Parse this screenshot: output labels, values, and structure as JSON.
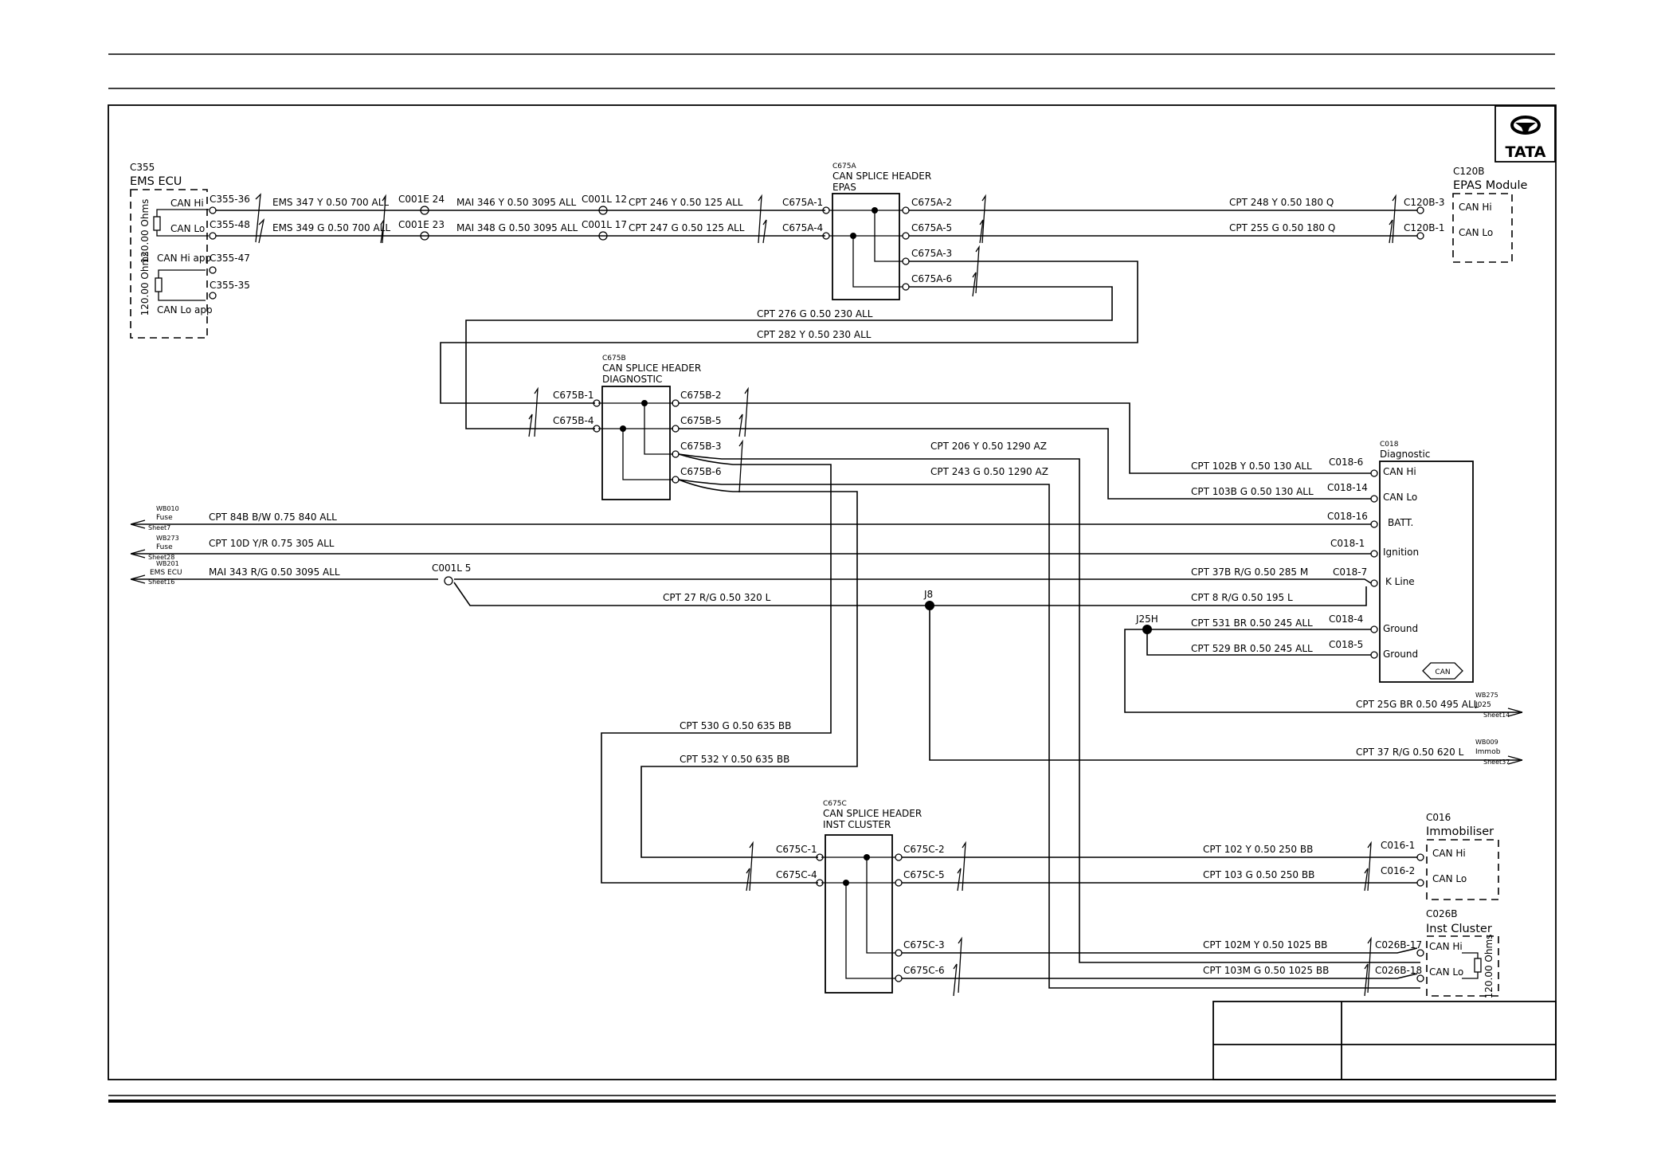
{
  "logo": {
    "text": "TATA"
  },
  "modules": {
    "ems_ecu": {
      "code": "C355",
      "name": "EMS ECU",
      "pins": [
        "CAN Hi",
        "CAN Lo",
        "CAN Hi app",
        "CAN Lo app"
      ],
      "resistor": "120.00 Ohms"
    },
    "c675a": {
      "code": "C675A",
      "line1": "CAN SPLICE HEADER",
      "line2": "EPAS"
    },
    "epas": {
      "code": "C120B",
      "name": "EPAS Module",
      "pins": [
        "CAN Hi",
        "CAN Lo"
      ]
    },
    "c675b": {
      "code": "C675B",
      "line1": "CAN SPLICE HEADER",
      "line2": "DIAGNOSTIC"
    },
    "diag": {
      "code": "C018",
      "name": "Diagnostic",
      "pins": [
        "CAN Hi",
        "CAN Lo",
        "BATT.",
        "Ignition",
        "K Line",
        "Ground",
        "Ground"
      ],
      "can": "CAN"
    },
    "c675c": {
      "code": "C675C",
      "line1": "CAN SPLICE HEADER",
      "line2": "INST CLUSTER"
    },
    "immob": {
      "code": "C016",
      "name": "Immobiliser",
      "pins": [
        "CAN Hi",
        "CAN Lo"
      ]
    },
    "inst": {
      "code": "C026B",
      "name": "Inst Cluster",
      "pins": [
        "CAN Hi",
        "CAN Lo"
      ],
      "resistor": "120.00 Ohms"
    }
  },
  "pins": {
    "c355": [
      "C355-36",
      "C355-48",
      "C355-47",
      "C355-35"
    ],
    "c001e": [
      "C001E 24",
      "C001E 23"
    ],
    "c001l": [
      "C001L 12",
      "C001L 17"
    ],
    "c001l5": "C001L 5",
    "c675a": [
      "C675A-1",
      "C675A-4",
      "C675A-2",
      "C675A-5",
      "C675A-3",
      "C675A-6"
    ],
    "c120b": [
      "C120B-3",
      "C120B-1"
    ],
    "c675b": [
      "C675B-1",
      "C675B-4",
      "C675B-2",
      "C675B-5",
      "C675B-3",
      "C675B-6"
    ],
    "c018": [
      "C018-6",
      "C018-14",
      "C018-16",
      "C018-1",
      "C018-7",
      "C018-4",
      "C018-5"
    ],
    "c675c": [
      "C675C-1",
      "C675C-4",
      "C675C-2",
      "C675C-5",
      "C675C-3",
      "C675C-6"
    ],
    "c016": [
      "C016-1",
      "C016-2"
    ],
    "c026b": [
      "C026B-17",
      "C026B-18"
    ]
  },
  "junctions": {
    "j8": "J8",
    "j25h": "J25H"
  },
  "wires": {
    "ems347": "EMS  347 Y 0.50 700 ALL",
    "ems349": "EMS  349 G 0.50 700 ALL",
    "mai346": "MAI  346 Y 0.50 3095 ALL",
    "mai348": "MAI  348 G 0.50 3095 ALL",
    "cpt246": "CPT  246 Y 0.50 125 ALL",
    "cpt247": "CPT  247 G 0.50 125 ALL",
    "cpt248": "CPT  248 Y 0.50 180 Q",
    "cpt255": "CPT  255 G 0.50 180 Q",
    "cpt276": "CPT  276 G 0.50 230 ALL",
    "cpt282": "CPT  282 Y 0.50 230 ALL",
    "cpt206": "CPT  206 Y 0.50 1290 AZ",
    "cpt243": "CPT  243 G 0.50 1290 AZ",
    "cpt102b": "CPT    102B Y 0.50 130 ALL",
    "cpt103b": "CPT    103B G 0.50 130 ALL",
    "cpt84b": "CPT  84B B/W 0.75 840 ALL",
    "cpt10d": "CPT  10D Y/R 0.75 305 ALL",
    "mai343": "MAI  343 R/G 0.50 3095 ALL",
    "cpt37b": "CPT    37B R/G 0.50 285 M",
    "cpt27": "CPT  27 R/G 0.50 320 L",
    "cpt8": "CPT    8 R/G 0.50 195 L",
    "cpt531": "CPT    531 BR 0.50 245 ALL",
    "cpt529": "CPT    529 BR 0.50 245 ALL",
    "cpt25g": "CPT  25G BR 0.50 495 ALL",
    "cpt37": "CPT  37 R/G 0.50 620 L",
    "cpt530": "CPT   530 G 0.50 635 BB",
    "cpt532": "CPT   532 Y 0.50 635 BB",
    "cpt102": "CPT  102 Y 0.50 250 BB",
    "cpt103": "CPT  103 G 0.50 250 BB",
    "cpt102m": "CPT   102M Y 0.50 1025 BB",
    "cpt103m": "CPT   103M G 0.50 1025 BB"
  },
  "offsheet": {
    "wb010": {
      "id": "WB010",
      "name": "Fuse",
      "sheet": "Sheet7"
    },
    "wb273": {
      "id": "WB273",
      "name": "Fuse",
      "sheet": "Sheet28"
    },
    "wb201": {
      "id": "WB201",
      "name": "EMS ECU",
      "sheet": "Sheet16"
    },
    "wb275": {
      "id": "WB275",
      "name": "J025",
      "sheet": "Sheet14"
    },
    "wb009": {
      "id": "WB009",
      "name": "Immob",
      "sheet": "Sheet37"
    }
  }
}
